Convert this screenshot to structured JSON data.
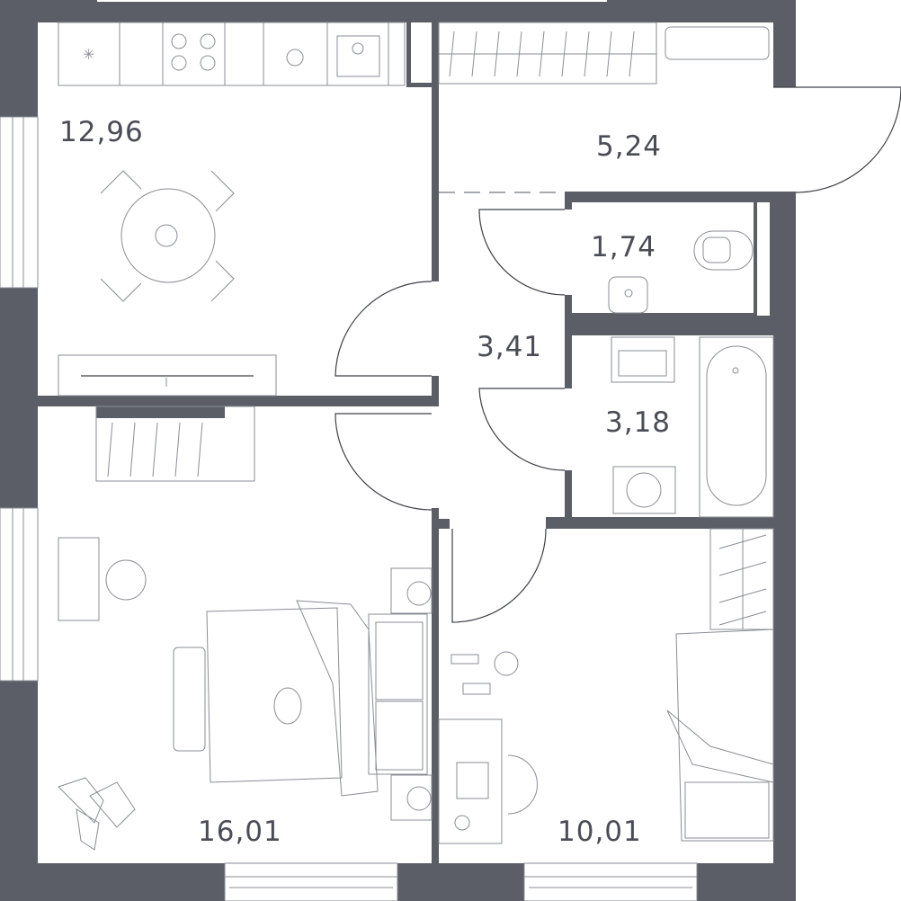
{
  "plan": {
    "colors": {
      "wall": "#5b5e67",
      "line": "#8a8d94",
      "label": "#4a4d55"
    },
    "rooms": [
      {
        "id": "kitchen",
        "area": "12,96"
      },
      {
        "id": "entrance",
        "area": "5,24"
      },
      {
        "id": "toilet",
        "area": "1,74"
      },
      {
        "id": "hall",
        "area": "3,41"
      },
      {
        "id": "bathroom",
        "area": "3,18"
      },
      {
        "id": "bedroom-large",
        "area": "16,01"
      },
      {
        "id": "bedroom-small",
        "area": "10,01"
      }
    ]
  }
}
